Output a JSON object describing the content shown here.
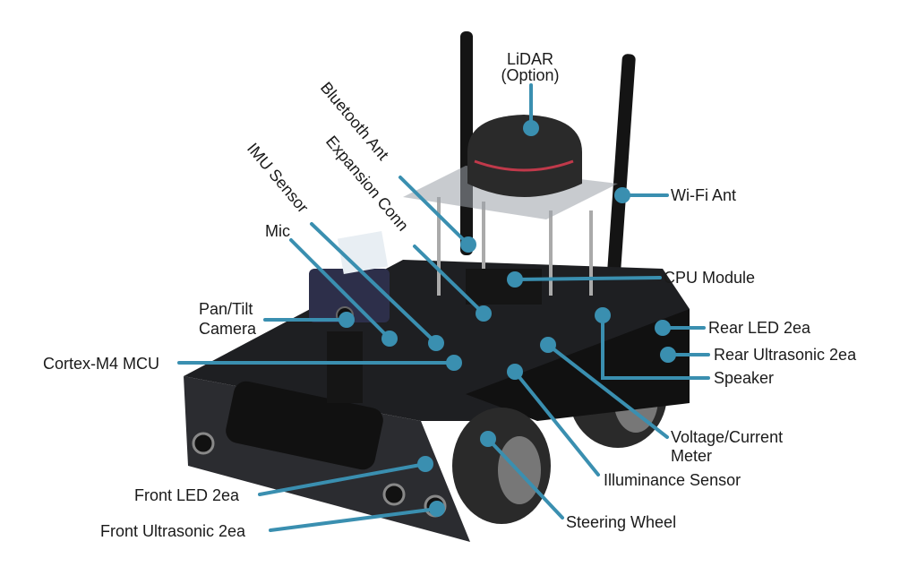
{
  "labels": {
    "lidar": "LiDAR",
    "lidar_option": "(Option)",
    "bluetooth_ant": "Bluetooth Ant",
    "expansion_conn": "Expansion Conn",
    "imu_sensor": "IMU Sensor",
    "mic": "Mic",
    "pan_tilt": "Pan/Tilt",
    "camera": "Camera",
    "cortex_mcu": "Cortex-M4 MCU",
    "wifi_ant": "Wi-Fi Ant",
    "cpu_module": "CPU Module",
    "rear_led": "Rear LED 2ea",
    "rear_ultrasonic": "Rear Ultrasonic 2ea",
    "speaker": "Speaker",
    "voltage_current": "Voltage/Current",
    "meter": "Meter",
    "illuminance": "Illuminance Sensor",
    "steering_wheel": "Steering Wheel",
    "front_led": "Front LED 2ea",
    "front_ultrasonic": "Front Ultrasonic 2ea"
  },
  "colors": {
    "leader": "#3a8fb0",
    "body": "#1e1f22",
    "accent_red": "#c0394a"
  }
}
